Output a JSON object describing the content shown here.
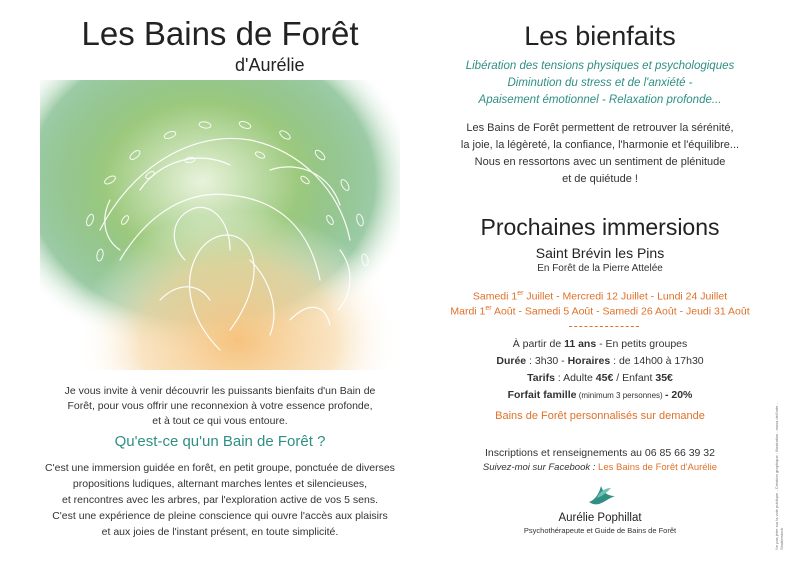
{
  "left": {
    "title": "Les Bains de Forêt",
    "subtitle": "d'Aurélie",
    "intro_1": "Je vous invite à venir découvrir les puissants bienfaits d'un Bain de",
    "intro_2": "Forêt, pour vous offrir une reconnexion à votre essence profonde,",
    "intro_3": "et à tout ce qui vous entoure.",
    "question": "Qu'est-ce qu'un Bain de Forêt ?",
    "desc_1": "C'est une immersion guidée en forêt, en petit groupe, ponctuée de diverses",
    "desc_2": "propositions ludiques, alternant marches lentes et silencieuses,",
    "desc_3": "et rencontres avec les arbres, par l'exploration active de vos 5 sens.",
    "desc_4": "C'est une expérience de pleine conscience qui ouvre l'accès aux plaisirs",
    "desc_5": "et aux joies de l'instant présent, en toute simplicité."
  },
  "right": {
    "bienfaits_title": "Les bienfaits",
    "benefit_1": "Libération des tensions physiques et psychologiques",
    "benefit_2": "Diminution du stress et de l'anxiété -",
    "benefit_3": "Apaisement émotionnel - Relaxation profonde...",
    "body_1": "Les Bains de Forêt permettent de retrouver la sérénité,",
    "body_2": "la joie, la légèreté, la confiance, l'harmonie et l'équilibre...",
    "body_3": "Nous en ressortons avec un sentiment de plénitude",
    "body_4": "et de quiétude !",
    "immersions_title": "Prochaines immersions",
    "location": "Saint Brévin les Pins",
    "sublocation": "En Forêt de la Pierre Attelée",
    "dates_1a": "Samedi 1",
    "dates_1sup": "er",
    "dates_1b": " Juillet - Mercredi 12 Juillet - Lundi 24 Juillet",
    "dates_2a": "Mardi 1",
    "dates_2sup": "er",
    "dates_2b": " Août - Samedi 5 Août - Samedi 26 Août - Jeudi 31 Août",
    "age_prefix": "À partir de ",
    "age_bold": "11 ans",
    "age_suffix": " - En petits groupes",
    "duree_label": "Durée",
    "duree_value": " : 3h30 - ",
    "horaires_label": "Horaires",
    "horaires_value": " : de 14h00 à 17h30",
    "tarifs_label": "Tarifs",
    "tarifs_adulte": " : Adulte ",
    "tarifs_adulte_price": "45€",
    "tarifs_sep": " / Enfant ",
    "tarifs_enfant_price": "35€",
    "forfait_label": "Forfait famille",
    "forfait_note": " (minimum 3 personnes) ",
    "forfait_value": "- 20%",
    "custom": "Bains de Forêt personnalisés sur demande",
    "contact": "Inscriptions et renseignements au 06 85 66 39 32",
    "facebook_label": "Suivez-moi sur Facebook : ",
    "facebook_value": "Les Bains de Forêt d'Aurélie",
    "name": "Aurélie Pophillat",
    "role": "Psychothérapeute et Guide de Bains de Forêt"
  },
  "side_note": "Ne pas jeter sur la voie publique - Création graphique : Illustration : musa.dell'arte - Shutterstock",
  "colors": {
    "accent_green": "#2f8f83",
    "accent_orange": "#e0702a"
  }
}
